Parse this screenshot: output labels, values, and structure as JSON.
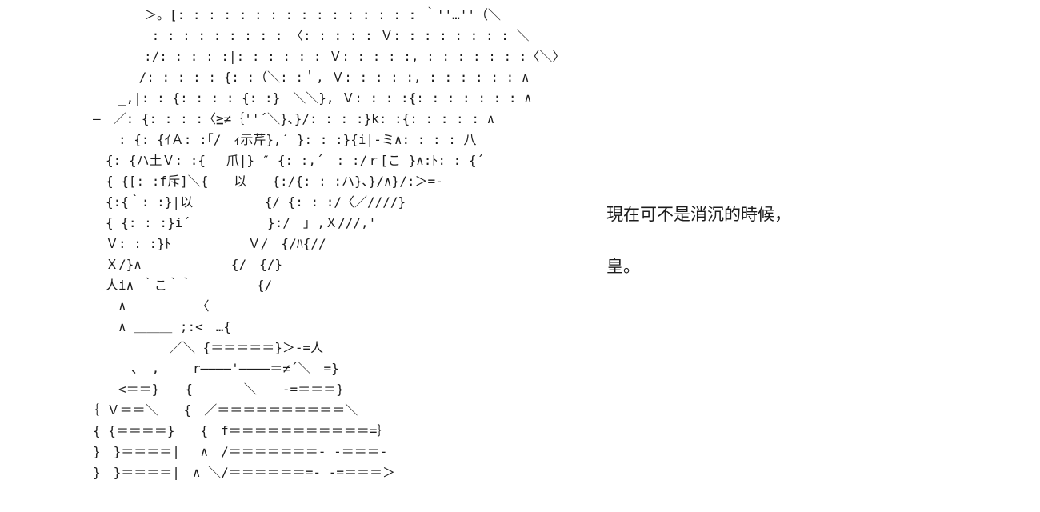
{
  "scene": {
    "background_color": "#ffffff",
    "text_color": "#1c1c1c"
  },
  "ascii_art": {
    "alt": "shift-jis-style ascii-art of a character seated at a table",
    "lines": [
      "　　　　　＞。[: : : : : : : : : : : : : : : : ｀''…''（＼",
      "　　　　　 : : : : : : : : : 〈: : : : : Ｖ: : : : : : : : ＼",
      "　　　　　:/: : : : :|: : : : : : Ｖ: : : : :, : : : : : : :〈＼〉",
      "　　　　 /: : : : : {: :（＼: :＇, Ｖ: : : : :, : : : : : : ∧",
      "　　　_,|: : {: : : : {: :}　＼＼}, Ｖ: : : :{: : : : : : : ∧",
      "　―　／: {: : : :〈≧≠｛''´＼}､}/: : : :}k: :{: : : : : ∧",
      "　　　: {: {ｲＡ: :｢/　ｨ示芹},´ }: : :}{i|-ミ∧: : : : 八",
      "　　{: {ハ土Ｖ: :{　 爪|} ″ {: :,´　: :/ｒ[こ }∧:ﾄ: : {´",
      "　　{ {[: :f斥]＼{　　以　　{:/{: : :ハ}､}/∧}/:＞=-",
      "　　{:{｀: :}|以　　　　　 {/ {: : :/〈／////}",
      "　　{ {: : :}i´　　　　　　}:/　｣ ,Ｘ///,'",
      "　　Ｖ: : :}ﾄ　　　　　　Ｖ/　{/ﾊ{//",
      "　　Ｘ/}∧　　　　　　　{/　{/}",
      "　　人i∧ ｀こ｀｀　　　　　{/",
      "　　　∧　　　　　　〈",
      "　　　∧ ＿＿＿ ;:<　…{",
      "　　　　　　　／＼ {＝＝＝＝＝}＞-=人",
      "　　　　、 ,　　 r――――'――――＝≠´＼　=}",
      "　　　<＝＝}　　{　　　　＼　　-=＝＝＝}",
      "　｛ Ｖ＝＝＼　　{　／＝＝＝＝＝＝＝＝＝＝＼",
      "　{ {＝＝＝＝}　　{　f＝＝＝＝＝＝＝＝＝＝＝=｝",
      "　}　}＝＝＝＝|　 ∧　/＝＝＝＝＝＝＝- -＝＝＝-",
      "　}　}＝＝＝＝|　∧ ＼/＝＝＝＝＝＝=- -=＝＝＝＞"
    ]
  },
  "dialogue": {
    "lines": [
      "現在可不是消沉的時候，",
      "皇。"
    ]
  }
}
